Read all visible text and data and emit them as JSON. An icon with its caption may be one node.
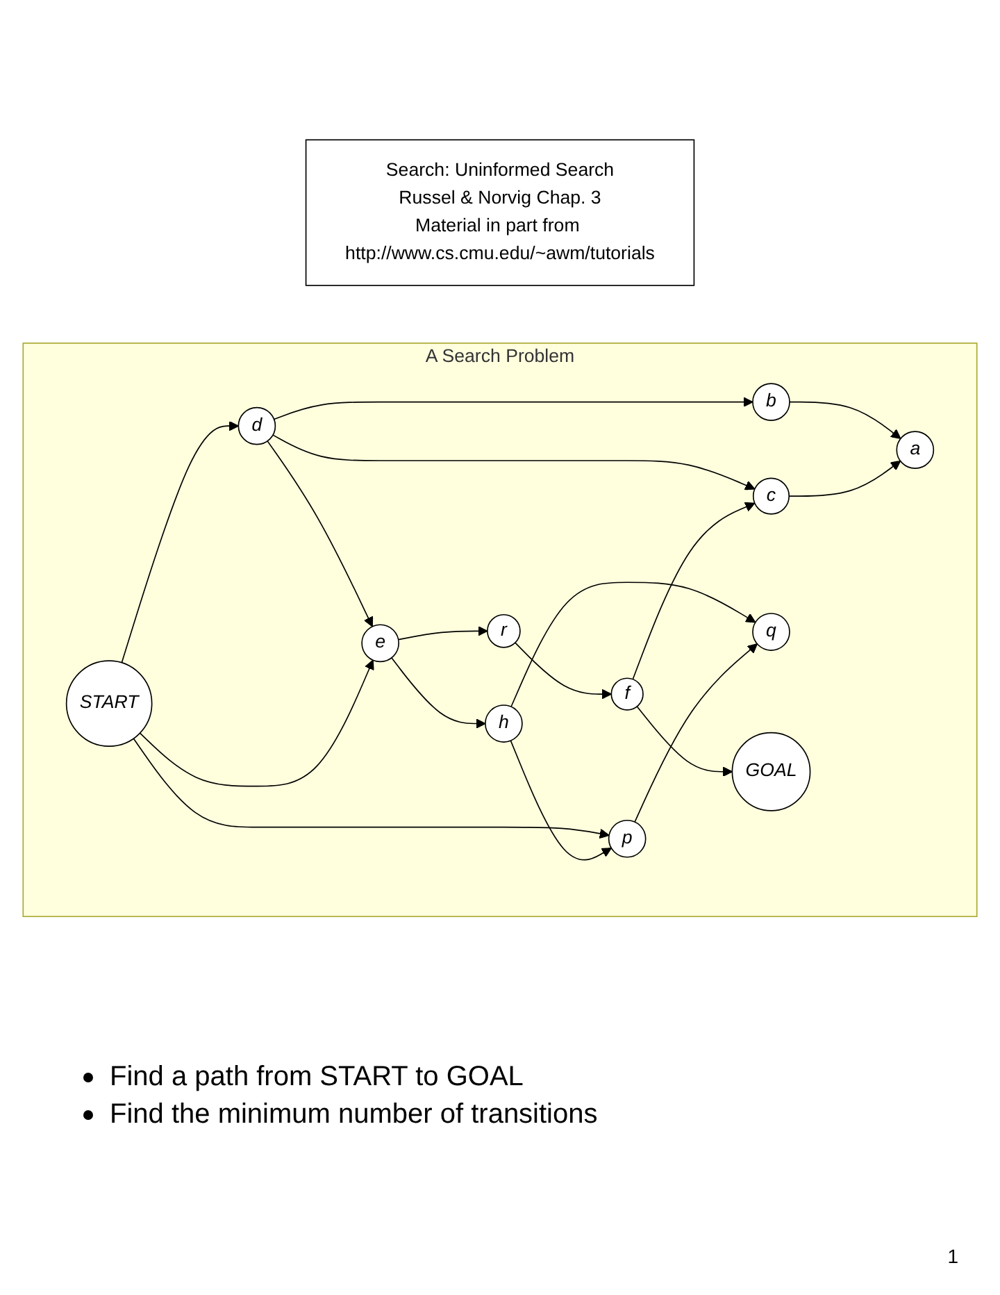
{
  "diagram": {
    "nodes": [
      {
        "text": [
          "Search: Uninformed Search",
          "Russel & Norvig Chap. 3",
          "Material in part from http://www.cs.cmu.edu/~awm/tutorials"
        ]
      },
      {
        "text": [
          "A Search Problem"
        ]
      },
      {
        "text": [
          "a"
        ],
        "in": 1
      },
      {
        "text": [
          "GOAL"
        ],
        "in": 1
      },
      {
        "text": [
          "c"
        ],
        "in": 1
      },
      {
        "text": [
          "b"
        ],
        "in": 1
      },
      {
        "text": [
          "e"
        ],
        "in": 1
      },
      {
        "text": [
          "d"
        ],
        "in": 1
      },
      {
        "text": [
          "f"
        ],
        "in": 1
      },
      {
        "text": [
          "START"
        ],
        "in": 1
      },
      {
        "text": [
          "h"
        ],
        "in": 1
      },
      {
        "text": [
          "r"
        ],
        "in": 1
      },
      {
        "text": [
          "p"
        ],
        "in": 1
      },
      {
        "text": [
          "q"
        ],
        "in": 1
      }
    ],
    "edges": [
      {
        "from": 5,
        "to": 2,
        "arrow": "to"
      },
      {
        "from": 4,
        "to": 2,
        "arrow": "to"
      },
      {
        "from": 7,
        "to": 5,
        "arrow": "to"
      },
      {
        "from": 7,
        "to": 4,
        "arrow": "to"
      },
      {
        "from": 7,
        "to": 6,
        "arrow": "to"
      },
      {
        "from": 9,
        "to": 7,
        "arrow": "to"
      },
      {
        "from": 9,
        "to": 6,
        "arrow": "to"
      },
      {
        "from": 9,
        "to": 12,
        "arrow": "to"
      },
      {
        "from": 6,
        "to": 10,
        "arrow": "to"
      },
      {
        "from": 6,
        "to": 11,
        "arrow": "to"
      },
      {
        "from": 10,
        "to": 12,
        "arrow": "to"
      },
      {
        "from": 10,
        "to": 13,
        "arrow": "to"
      },
      {
        "from": 12,
        "to": 13,
        "arrow": "to"
      },
      {
        "from": 11,
        "to": 8,
        "arrow": "to"
      },
      {
        "from": 8,
        "to": 4,
        "arrow": "to"
      },
      {
        "from": 8,
        "to": 3,
        "arrow": "to"
      }
    ],
    "labels": [
      "Find a path from START to GOAL",
      "Find the minimum number of transitions",
      "1"
    ]
  }
}
